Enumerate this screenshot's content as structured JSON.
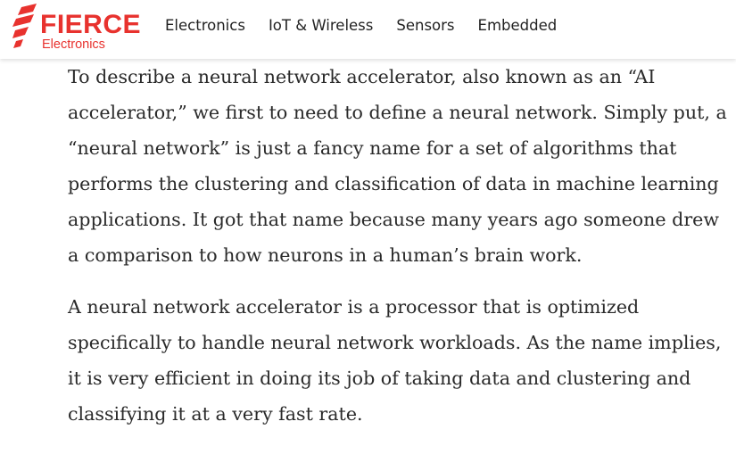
{
  "brand": {
    "name": "FIERCE",
    "sub": "Electronics",
    "color": "#e8322e",
    "icon": "flame-stripes-icon"
  },
  "nav": {
    "items": [
      {
        "label": "Electronics"
      },
      {
        "label": "IoT & Wireless"
      },
      {
        "label": "Sensors"
      },
      {
        "label": "Embedded"
      }
    ]
  },
  "article": {
    "paragraphs": [
      "To describe a neural network accelerator, also known as an “AI accelerator,” we first to need to define a neural network. Simply put, a “neural network” is just a fancy name for a set of algorithms that performs the clustering and classification of data in machine learning applications. It got that name because many years ago someone drew a comparison to how neurons in a human’s brain work.",
      "A neural network accelerator is a processor that is optimized specifically to handle neural network workloads. As the name implies, it is very efficient in doing its job of taking data and clustering and classifying it at a very fast rate."
    ]
  }
}
